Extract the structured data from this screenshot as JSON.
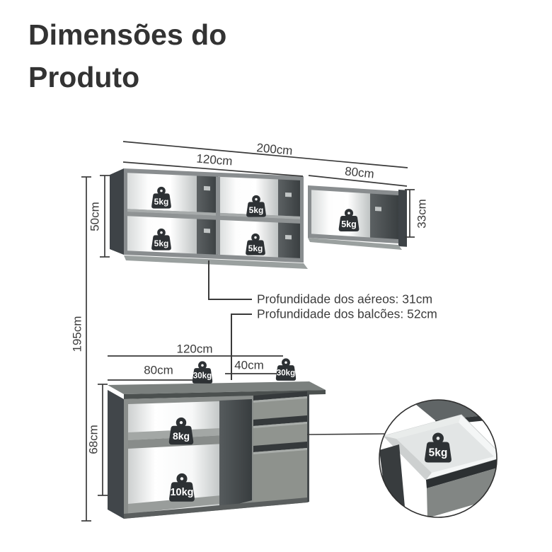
{
  "title": {
    "line1": "Dimensões do",
    "line2": "Produto"
  },
  "upper_cabinets": {
    "total_width": "200cm",
    "left_width": "120cm",
    "right_width": "80cm",
    "left_height": "50cm",
    "right_height": "33cm",
    "weight_top_left": "5kg",
    "weight_top_right": "5kg",
    "weight_bottom_left": "5kg",
    "weight_bottom_right": "5kg",
    "weight_right_cabinet": "5kg",
    "depth_note": "Profundidade dos aéreos: 31cm"
  },
  "lower_cabinet": {
    "total_width": "120cm",
    "left_width": "80cm",
    "right_width": "40cm",
    "height": "68cm",
    "weight_counter_left": "30kg",
    "weight_counter_right": "30kg",
    "weight_shelf": "8kg",
    "weight_bottom": "10kg",
    "depth_note": "Profundidade dos balcões: 52cm"
  },
  "overall_height": "195cm",
  "drawer_detail": {
    "weight": "5kg"
  },
  "colors": {
    "accent_dark": "#3e4347",
    "cabinet_gray": "#8a8e8c",
    "counter_gray": "#7b807e",
    "weight_dark": "#2d3134",
    "line": "#3a3a3a",
    "text": "#3b3b3b"
  }
}
